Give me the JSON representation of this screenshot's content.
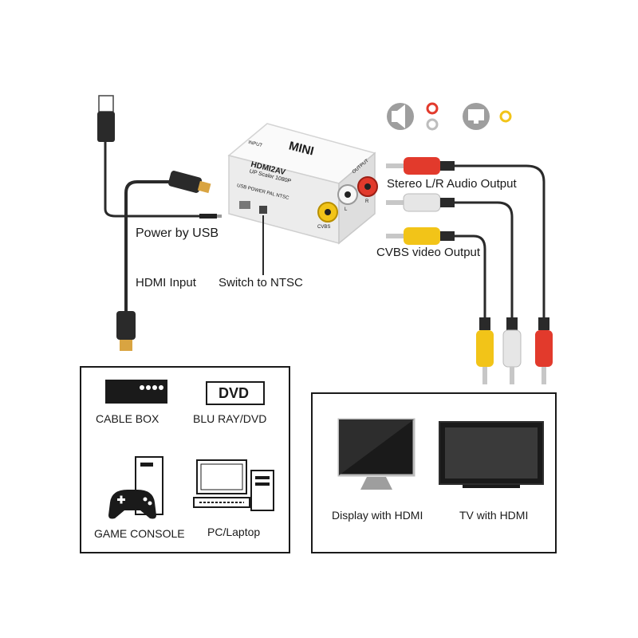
{
  "device": {
    "brand": "MINI",
    "model": "HDMI2AV",
    "sub": "UP Scaler 1080P",
    "input_port": "INPUT",
    "output_port": "OUTPUT",
    "switch_text": "USB POWER  PAL  NTSC",
    "jack_cvbs": "CVBS",
    "jack_l": "L",
    "jack_r": "R"
  },
  "labels": {
    "stereo_output": "Stereo L/R Audio Output",
    "cvbs_output": "CVBS video Output",
    "power_usb": "Power by USB",
    "hdmi_input": "HDMI Input",
    "switch_ntsc": "Switch to NTSC"
  },
  "sources": {
    "cable_box": "CABLE BOX",
    "dvd_logo": "DVD",
    "blu_ray": "BLU RAY/DVD",
    "game_console": "GAME CONSOLE",
    "pc_laptop": "PC/Laptop"
  },
  "displays": {
    "display_hdmi": "Display with HDMI",
    "tv_hdmi": "TV with HDMI"
  },
  "colors": {
    "red_plug": "#e23a2c",
    "white_plug": "#e6e6e6",
    "yellow_plug": "#f2c418",
    "cable": "#2a2a2a",
    "gold": "#d9a441",
    "device_body": "#f4f4f4"
  }
}
